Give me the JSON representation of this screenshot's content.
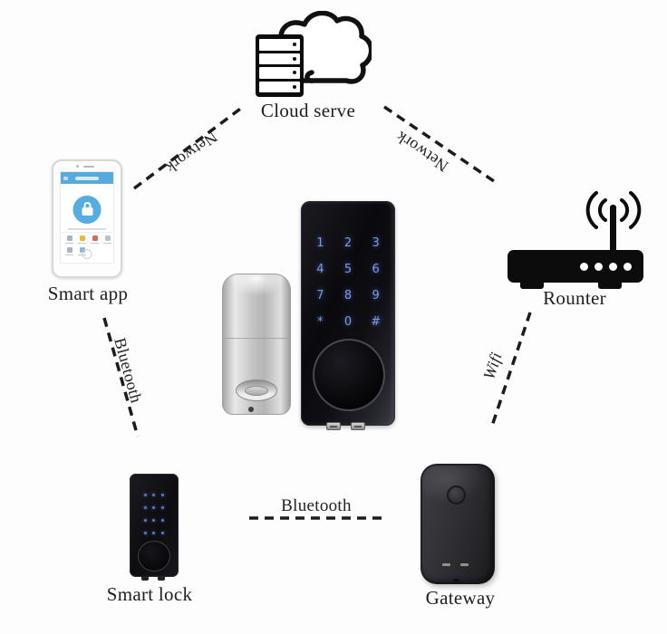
{
  "nodes": {
    "cloud": {
      "label": "Cloud serve"
    },
    "smart_app": {
      "label": "Smart app"
    },
    "router": {
      "label": "Rounter"
    },
    "smart_lock": {
      "label": "Smart lock"
    },
    "gateway": {
      "label": "Gateway"
    }
  },
  "connections": {
    "app_to_cloud": {
      "label": "Network"
    },
    "cloud_to_router": {
      "label": "Network"
    },
    "app_to_lock": {
      "label": "Bluetooth"
    },
    "router_to_gateway": {
      "label": "Wifi"
    },
    "lock_to_gateway": {
      "label": "Bluetooth"
    }
  },
  "keypad_keys": [
    "1",
    "2",
    "3",
    "4",
    "5",
    "6",
    "7",
    "8",
    "9",
    "*",
    "0",
    "#"
  ],
  "icons": {
    "cloud": "cloud-server-icon",
    "smart_app": "smartphone-icon",
    "router": "wifi-router-icon",
    "smart_lock": "keypad-lock-icon",
    "gateway": "gateway-box-icon"
  },
  "colors": {
    "app_accent_blue": "#57ade1",
    "keypad_digit_blue": "#7d9ae0",
    "dashed_line": "#1c1c1c",
    "device_black": "#0c0c0c"
  }
}
